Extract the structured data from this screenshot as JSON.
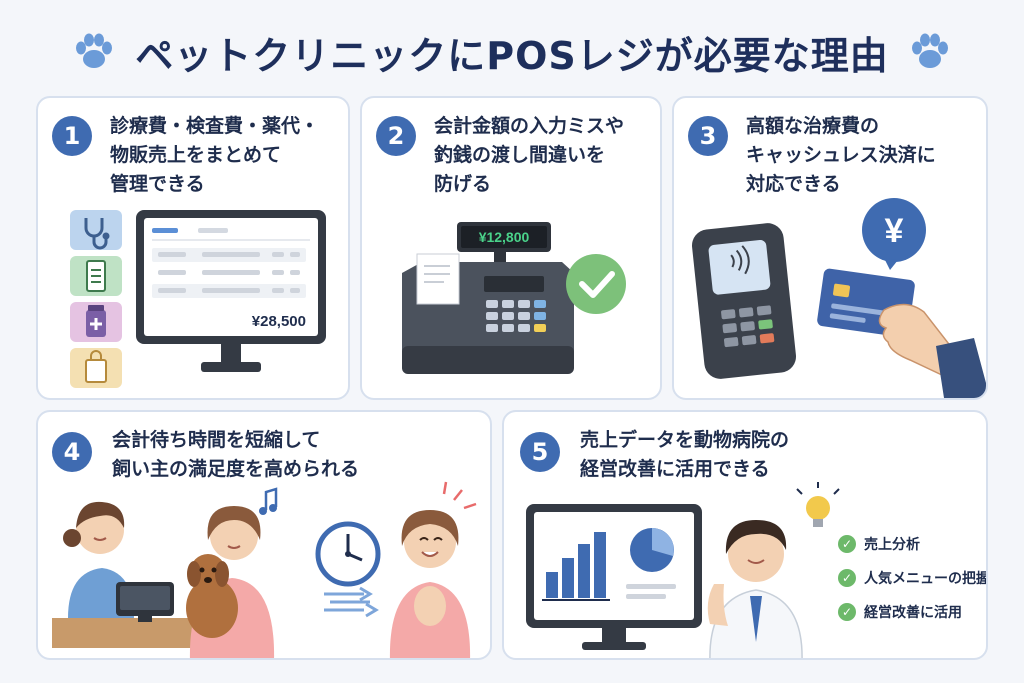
{
  "header": {
    "title": "ペットクリニックにPOSレジが必要な理由",
    "left_icon": "paw-icon",
    "right_icon": "paw-icon"
  },
  "colors": {
    "navy": "#1e2f5c",
    "accent_blue": "#3f6bb1",
    "card_border": "#d7e0ee",
    "green_check": "#6db96a"
  },
  "cards": [
    {
      "number": "1",
      "lines": [
        "診療費・検査費・薬代・",
        "物販売上をまとめて",
        "管理できる"
      ],
      "screen_amount": "¥28,500",
      "icons": [
        "stethoscope-icon",
        "clipboard-icon",
        "medicine-bottle-icon",
        "shopping-bag-icon"
      ]
    },
    {
      "number": "2",
      "lines": [
        "会計金額の入力ミスや",
        "釣銭の渡し間違いを",
        "防げる"
      ],
      "register_amount": "¥12,800",
      "icons": [
        "cash-register-icon",
        "checkmark-icon"
      ]
    },
    {
      "number": "3",
      "lines": [
        "高額な治療費の",
        "キャッシュレス決済に",
        "対応できる"
      ],
      "bubble_symbol": "¥",
      "icons": [
        "payment-terminal-icon",
        "credit-card-icon",
        "yen-bubble-icon"
      ]
    },
    {
      "number": "4",
      "lines": [
        "会計待ち時間を短縮して",
        "飼い主の満足度を高められる"
      ],
      "icons": [
        "staff-illustration",
        "owner-with-dog-illustration",
        "clock-icon",
        "happy-owner-illustration",
        "music-note-icon"
      ]
    },
    {
      "number": "5",
      "lines": [
        "売上データを動物病院の",
        "経営改善に活用できる"
      ],
      "checklist": [
        "売上分析",
        "人気メニューの把握",
        "経営改善に活用"
      ],
      "icons": [
        "analytics-monitor-icon",
        "doctor-illustration",
        "lightbulb-icon"
      ]
    }
  ]
}
